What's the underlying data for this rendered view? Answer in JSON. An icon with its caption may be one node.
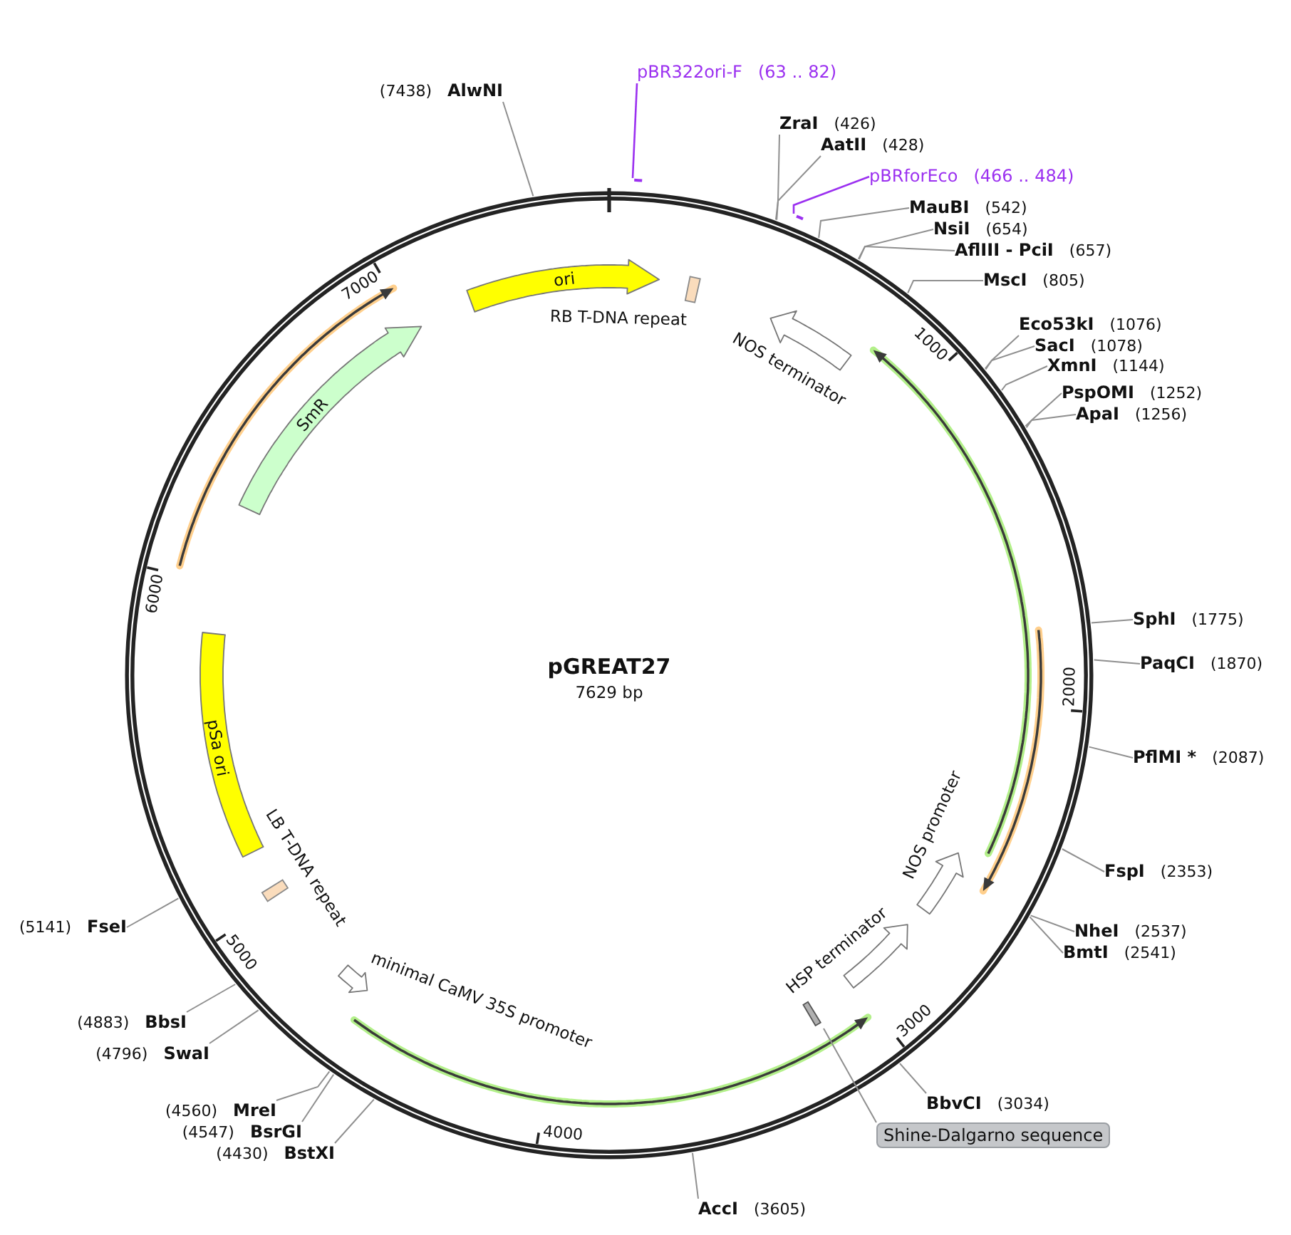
{
  "diagram": {
    "title": "pGREAT27",
    "nodes": [
      {
        "text": [
          "pBR322ori-F",
          "(63 .. 82)"
        ]
      },
      {
        "text": [
          "(7438)",
          "AlwNI"
        ]
      },
      {
        "text": [
          "ZraI",
          "(426)"
        ]
      },
      {
        "text": [
          "AatII",
          "(428)"
        ]
      },
      {
        "text": [
          "pBRforEco",
          "(466 .. 484)"
        ]
      },
      {
        "text": [],
        "shape": "bracket"
      },
      {
        "text": [
          "MauBI",
          "(542)"
        ]
      },
      {
        "text": [],
        "shape": "bracket"
      },
      {
        "text": [
          "NsiI",
          "(654)"
        ]
      },
      {
        "text": [
          "AflIII - PciI",
          "(657)"
        ]
      },
      {
        "text": [
          "MscI",
          "(805)"
        ]
      },
      {
        "text": [
          "ori"
        ]
      },
      {
        "text": [],
        "shape": "box",
        "beside": [
          "RB T-DNA repeat"
        ]
      },
      {
        "text": [
          "Eco53kI",
          "(1076)"
        ]
      },
      {
        "text": [
          "SacI",
          "(1078)"
        ]
      },
      {
        "text": [],
        "shape": "arrow",
        "beside": [
          "NOS terminator"
        ]
      },
      {
        "text": [
          "XmnI",
          "(1144)"
        ]
      },
      {
        "text": [
          "PspOMI",
          "(1252)"
        ]
      },
      {
        "text": [
          "ApaI",
          "(1256)"
        ]
      },
      {
        "text": [
          "SmR"
        ]
      },
      {
        "text": [
          "SphI",
          "(1775)"
        ]
      },
      {
        "text": [
          "PaqCI",
          "(1870)"
        ]
      },
      {
        "text": [
          "PflMI *",
          "(2087)"
        ]
      },
      {
        "text": [
          "pSa ori"
        ]
      },
      {
        "text": [],
        "shape": "arrow",
        "beside": [
          "NOS promoter"
        ]
      },
      {
        "text": [
          "FspI",
          "(2353)"
        ]
      },
      {
        "text": [],
        "shape": "box",
        "beside": [
          "LB T-DNA repeat"
        ]
      },
      {
        "text": [
          "(5141)",
          "FseI"
        ]
      },
      {
        "text": [
          "NheI",
          "(2537)"
        ]
      },
      {
        "text": [
          "BmtI",
          "(2541)"
        ]
      },
      {
        "text": [],
        "shape": "arrow",
        "beside": [
          "HSP terminator"
        ]
      },
      {
        "text": [],
        "shape": "arrow",
        "beside": [
          "minimal CaMV 35S promoter"
        ]
      },
      {
        "text": [],
        "shape": "bar"
      },
      {
        "text": [
          "(4883)",
          "BbsI"
        ]
      },
      {
        "text": [
          "(4796)",
          "SwaI"
        ]
      },
      {
        "text": [
          "BbvCI",
          "(3034)"
        ]
      },
      {
        "text": [
          "(4560)",
          "MreI"
        ]
      },
      {
        "text": [
          "Shine-Dalgarno sequence"
        ]
      },
      {
        "text": [
          "(4547)",
          "BsrGI"
        ]
      },
      {
        "text": [
          "(4430)",
          "BstXI"
        ]
      },
      {
        "text": [
          "AccI",
          "(3605)"
        ]
      }
    ],
    "edges": [
      {
        "from": 0,
        "to": 5,
        "arrow": "none",
        "color": "#9b30f0"
      },
      {
        "from": 1,
        "to": null,
        "arrow": "none"
      },
      {
        "from": 2,
        "to": null,
        "arrow": "none"
      },
      {
        "from": 3,
        "to": null,
        "arrow": "none"
      },
      {
        "from": 4,
        "to": 7,
        "arrow": "none",
        "color": "#9b30f0"
      },
      {
        "from": 6,
        "to": null,
        "arrow": "none"
      },
      {
        "from": 8,
        "to": null,
        "arrow": "none"
      },
      {
        "from": 9,
        "to": null,
        "arrow": "none"
      },
      {
        "from": 10,
        "to": null,
        "arrow": "none"
      },
      {
        "from": 13,
        "to": null,
        "arrow": "none"
      },
      {
        "from": 14,
        "to": null,
        "arrow": "none"
      },
      {
        "from": 16,
        "to": null,
        "arrow": "none"
      },
      {
        "from": 17,
        "to": null,
        "arrow": "none"
      },
      {
        "from": 18,
        "to": null,
        "arrow": "none"
      },
      {
        "from": 20,
        "to": null,
        "arrow": "none"
      },
      {
        "from": 21,
        "to": null,
        "arrow": "none"
      },
      {
        "from": 22,
        "to": null,
        "arrow": "none"
      },
      {
        "from": 25,
        "to": null,
        "arrow": "none"
      },
      {
        "from": 27,
        "to": null,
        "arrow": "none"
      },
      {
        "from": 28,
        "to": null,
        "arrow": "none"
      },
      {
        "from": 29,
        "to": null,
        "arrow": "none"
      },
      {
        "from": 33,
        "to": null,
        "arrow": "none"
      },
      {
        "from": 34,
        "to": null,
        "arrow": "none"
      },
      {
        "from": 35,
        "to": null,
        "arrow": "none"
      },
      {
        "from": 36,
        "to": null,
        "arrow": "none"
      },
      {
        "from": 37,
        "to": 32,
        "arrow": "none"
      },
      {
        "from": 38,
        "to": null,
        "arrow": "none"
      },
      {
        "from": 39,
        "to": null,
        "arrow": "none"
      },
      {
        "from": 40,
        "to": null,
        "arrow": "none"
      }
    ],
    "labels": [
      "7000",
      "1000",
      "6000",
      "7629 bp",
      "2000",
      "5000",
      "3000",
      "4000"
    ]
  }
}
